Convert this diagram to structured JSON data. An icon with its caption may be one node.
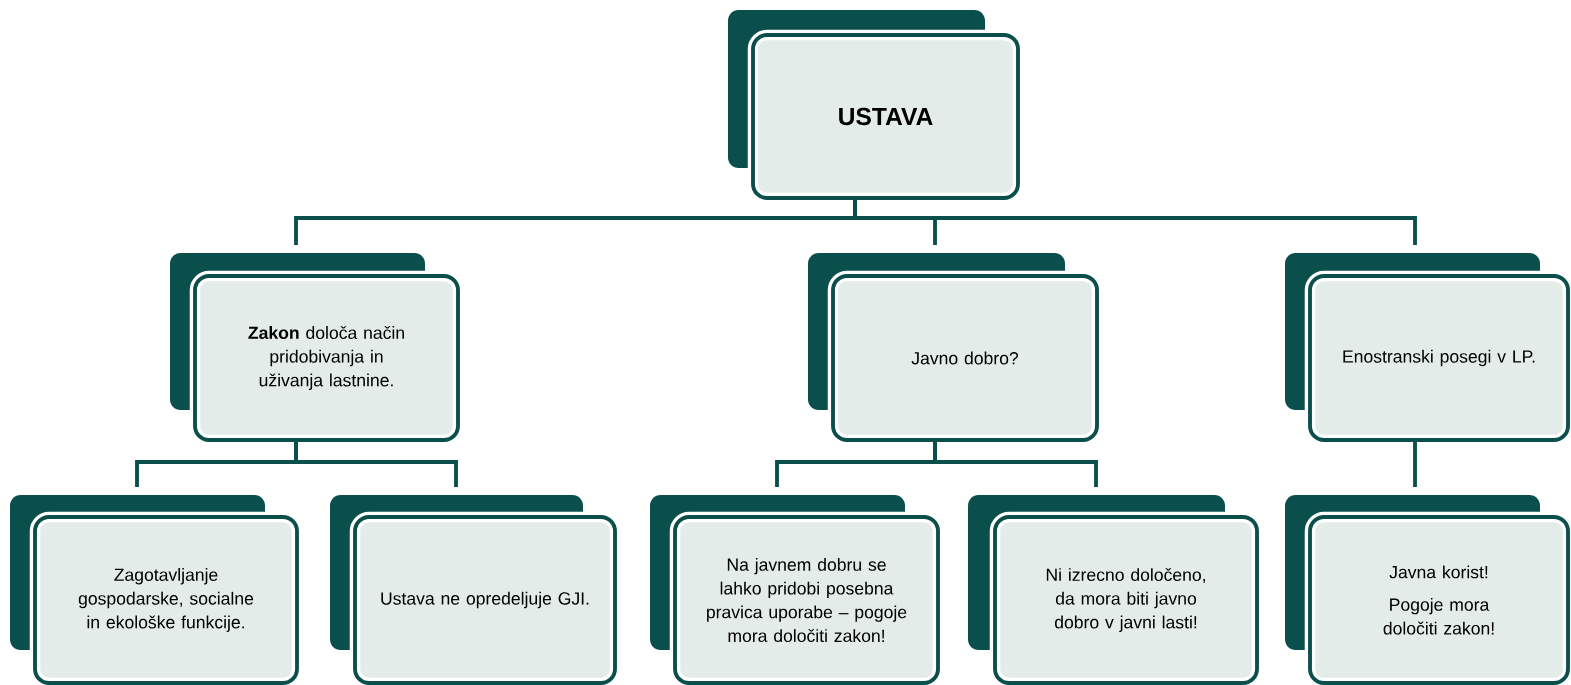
{
  "diagram": {
    "nodes": [
      {
        "text": [
          "USTAVA"
        ]
      },
      {
        "text": [
          "**Zakon** določa način pridobivanja in uživanja lastnine."
        ]
      },
      {
        "text": [
          "Javno dobro?"
        ]
      },
      {
        "text": [
          "Enostranski posegi v LP."
        ]
      },
      {
        "text": [
          "Zagotavljanje gospodarske, socialne in ekološke funkcije."
        ]
      },
      {
        "text": [
          "Ustava ne opredeljuje GJI."
        ]
      },
      {
        "text": [
          "Na javnem dobru se lahko pridobi posebna pravica uporabe – pogoje mora določiti zakon!"
        ]
      },
      {
        "text": [
          "Ni izrecno določeno, da mora biti javno dobro v javni lasti!"
        ]
      },
      {
        "text": [
          "Javna korist!",
          "Pogoje mora določiti zakon!"
        ]
      }
    ],
    "edges": [
      {
        "from": 0,
        "to": 1,
        "arrow": "none"
      },
      {
        "from": 0,
        "to": 2,
        "arrow": "none"
      },
      {
        "from": 0,
        "to": 3,
        "arrow": "none"
      },
      {
        "from": 1,
        "to": 4,
        "arrow": "none"
      },
      {
        "from": 1,
        "to": 5,
        "arrow": "none"
      },
      {
        "from": 2,
        "to": 6,
        "arrow": "none"
      },
      {
        "from": 2,
        "to": 7,
        "arrow": "none"
      },
      {
        "from": 3,
        "to": 8,
        "arrow": "none"
      }
    ]
  }
}
